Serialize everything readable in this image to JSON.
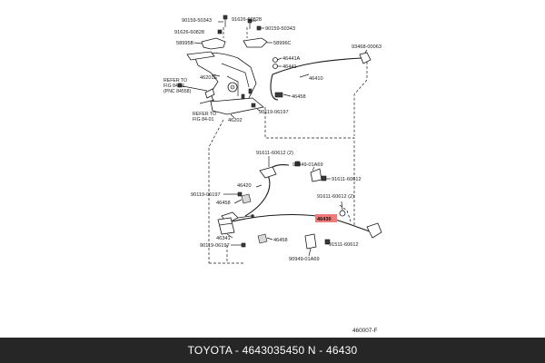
{
  "diagram": {
    "labels": [
      {
        "id": "l_90159_50343",
        "text": "90159-50343"
      },
      {
        "id": "l_91626_60828a",
        "text": "91626-60828"
      },
      {
        "id": "l_91626_60828b",
        "text": "91626-60828"
      },
      {
        "id": "l_90159_50343b",
        "text": "90159-50343"
      },
      {
        "id": "l_58995b",
        "text": "58995B"
      },
      {
        "id": "l_58996c",
        "text": "58996C"
      },
      {
        "id": "l_93468_00063",
        "text": "93468-00063"
      },
      {
        "id": "l_46441a",
        "text": "46441A"
      },
      {
        "id": "l_46441",
        "text": "46441"
      },
      {
        "id": "l_46410",
        "text": "46410"
      },
      {
        "id": "l_46201e",
        "text": "46201E"
      },
      {
        "id": "l_46458_top",
        "text": "46458"
      },
      {
        "id": "l_90119_06197_top",
        "text": "90119-06197"
      },
      {
        "id": "l_46202",
        "text": "46202"
      },
      {
        "id": "l_91611_60612_top",
        "text": "91611-60612 (2)"
      },
      {
        "id": "l_90949_01a69_top",
        "text": "90949-01A69"
      },
      {
        "id": "l_91611_60612_r",
        "text": "91611-60612"
      },
      {
        "id": "l_46420",
        "text": "46420"
      },
      {
        "id": "l_91611_60612_2",
        "text": "91611-60612 (2)"
      },
      {
        "id": "l_90119_06197_l",
        "text": "90119-06197"
      },
      {
        "id": "l_46458_l",
        "text": "46458"
      },
      {
        "id": "l_46430",
        "text": "46430"
      },
      {
        "id": "l_46341",
        "text": "46341"
      },
      {
        "id": "l_46458_b",
        "text": "46458"
      },
      {
        "id": "l_90119_06197_b",
        "text": "90119-06197"
      },
      {
        "id": "l_91511_60612",
        "text": "91511-60612"
      },
      {
        "id": "l_90949_01a69_b",
        "text": "90949-01A69"
      },
      {
        "id": "l_460007f",
        "text": "460007-F"
      }
    ],
    "refer_upper": [
      "REFER TO",
      "FIG 84-01",
      "(PNC 84558)"
    ],
    "refer_lower": [
      "REFER TO",
      "FIG 84-01"
    ],
    "highlight_color": "#f07a7a"
  },
  "footer": {
    "caption": "TOYOTA - 4643035450      N - 46430"
  }
}
